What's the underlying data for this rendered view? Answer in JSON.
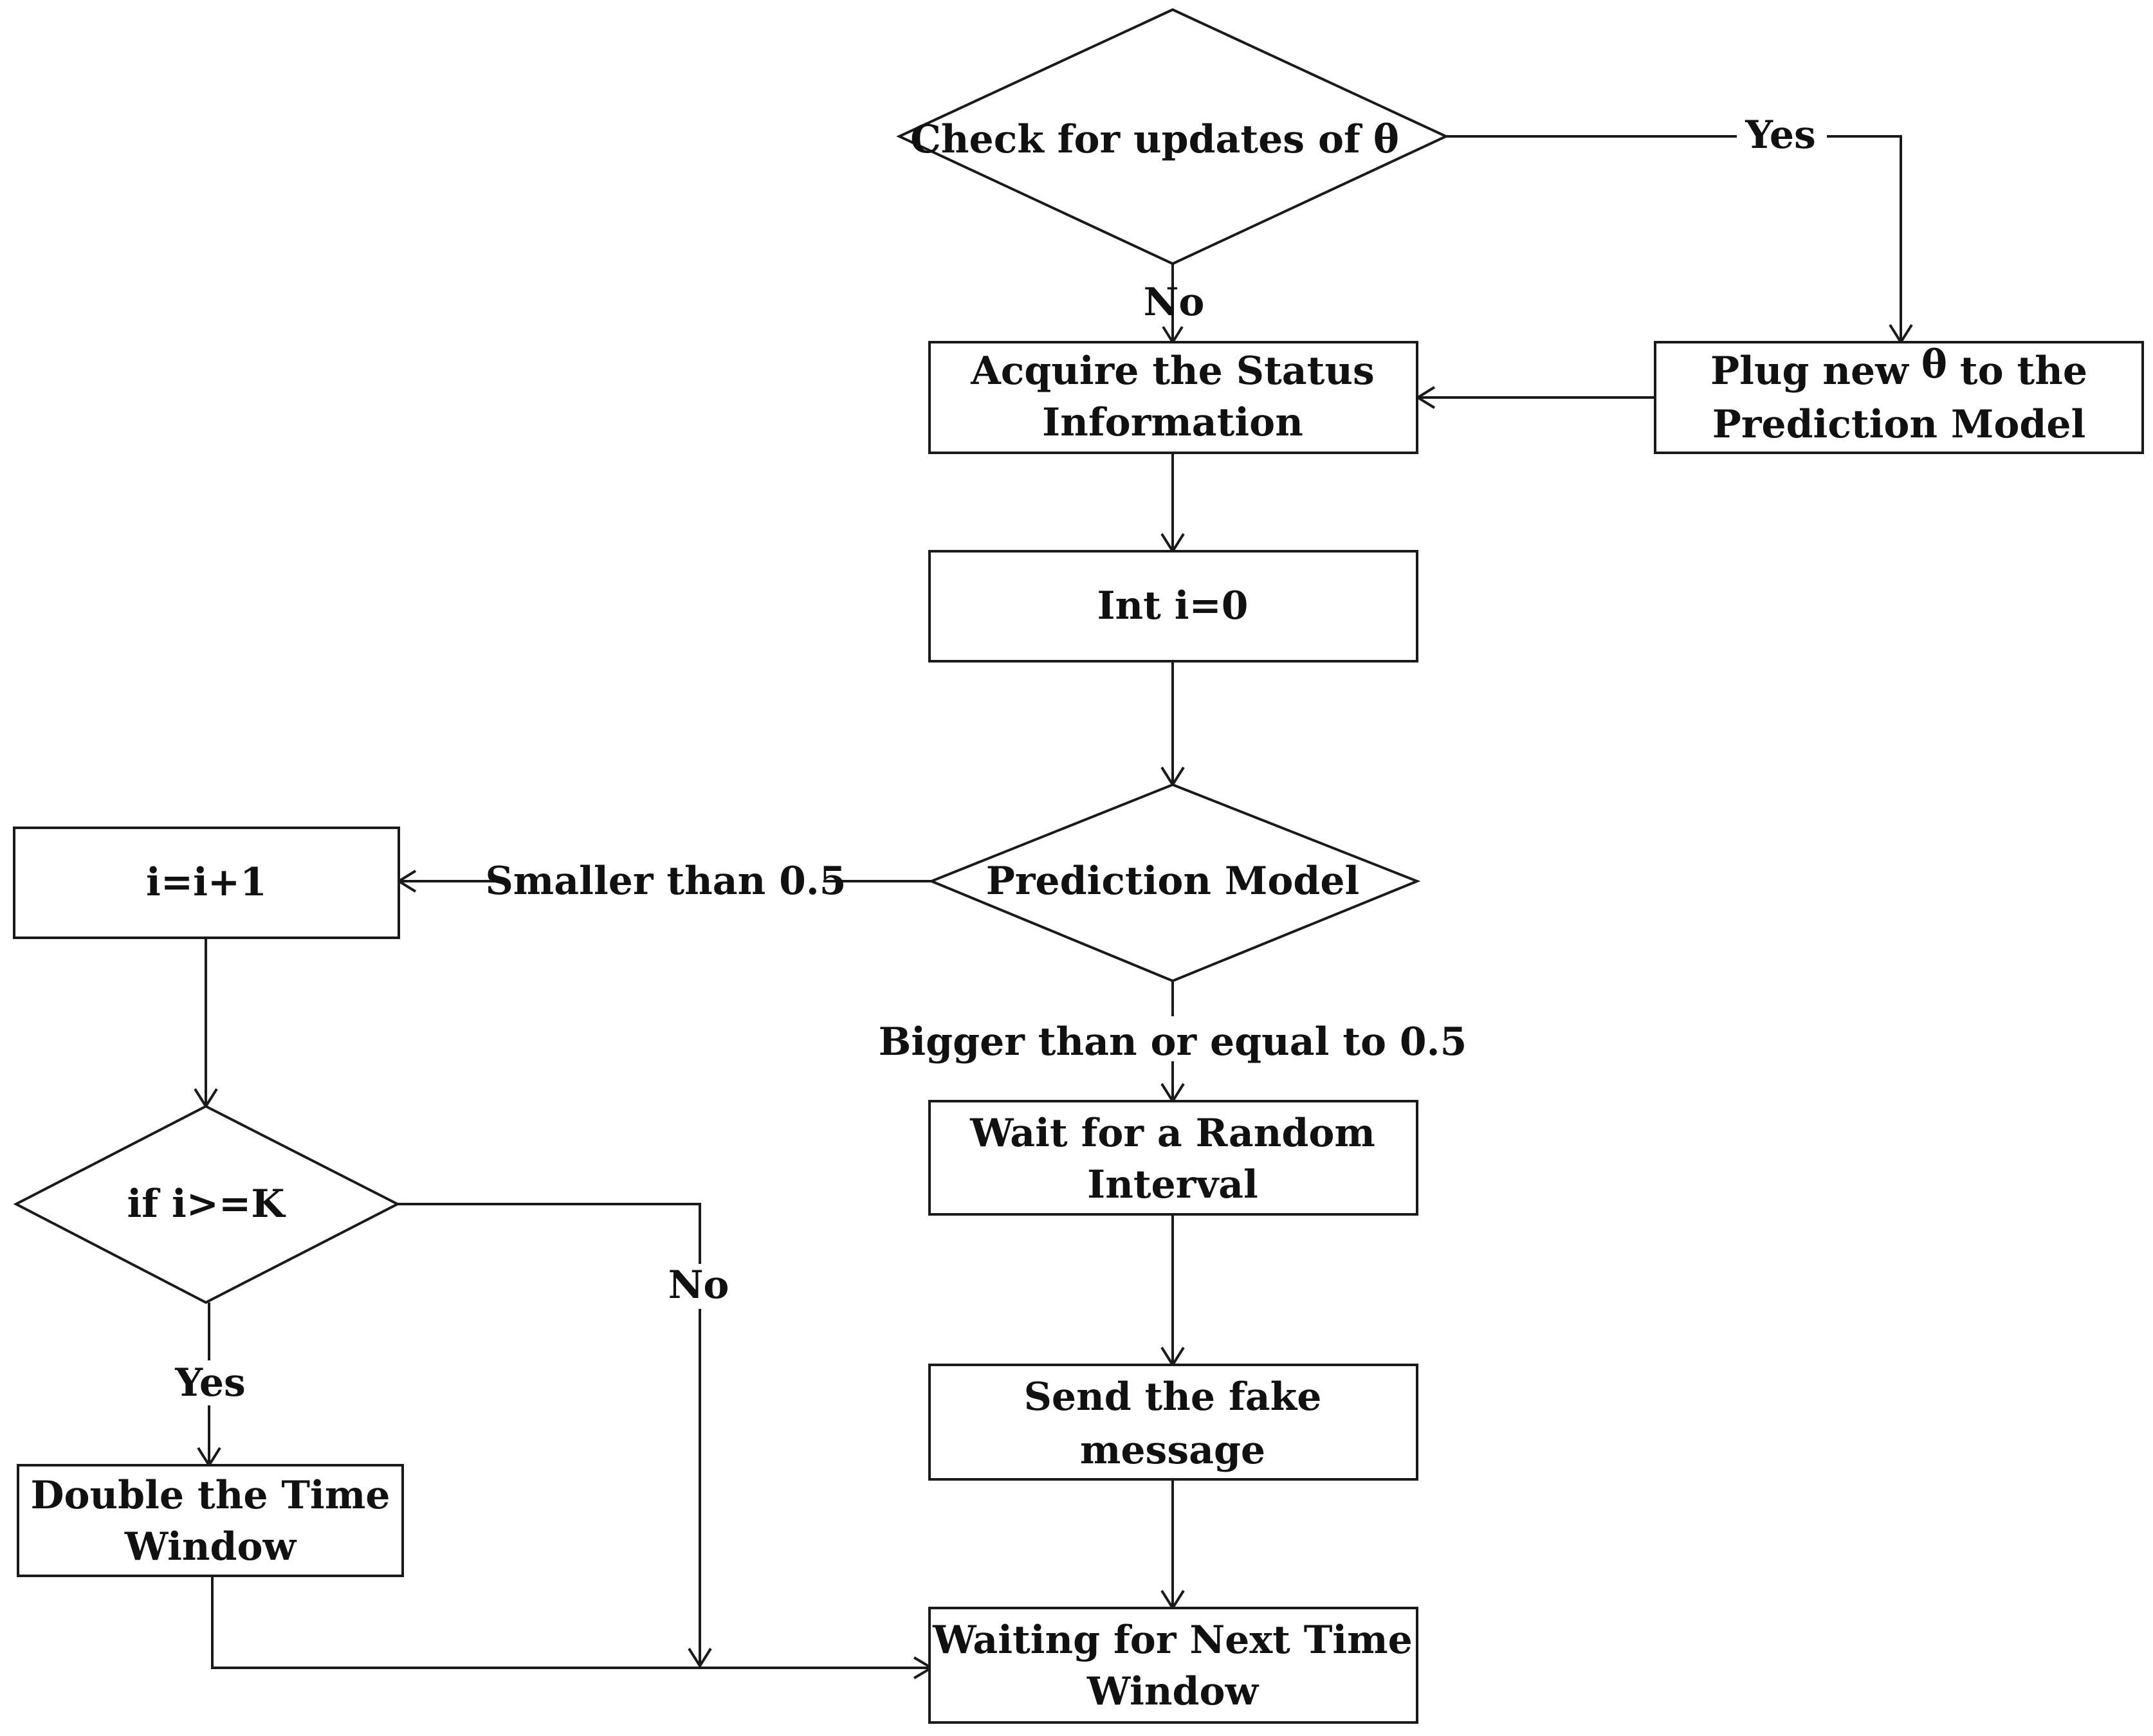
{
  "nodes": {
    "check_updates": {
      "line1": "Check for updates of",
      "symbol": "θ"
    },
    "acquire_status": {
      "line1": "Acquire the Status",
      "line2": "Information"
    },
    "plug_theta": {
      "line1a": "Plug new",
      "symbol": "θ",
      "line1b": "to the",
      "line2": "Prediction Model"
    },
    "init_i": {
      "line1": "Int i=0"
    },
    "prediction_model": {
      "line1": "Prediction Model"
    },
    "increment_i": {
      "line1": "i=i+1"
    },
    "check_k": {
      "line1": "if i>=K"
    },
    "wait_random": {
      "line1": "Wait for a Random",
      "line2": "Interval"
    },
    "send_fake": {
      "line1": "Send the fake",
      "line2": "message"
    },
    "double_window": {
      "line1": "Double the Time",
      "line2": "Window"
    },
    "wait_next": {
      "line1": "Waiting for Next Time",
      "line2": "Window"
    }
  },
  "edges": {
    "check_yes": "Yes",
    "check_no": "No",
    "smaller": "Smaller than 0.5",
    "bigger": "Bigger than or equal to 0.5",
    "k_yes": "Yes",
    "k_no": "No"
  },
  "colors": {
    "stroke": "#1a1a1a",
    "text": "#111111",
    "background": "#ffffff"
  }
}
